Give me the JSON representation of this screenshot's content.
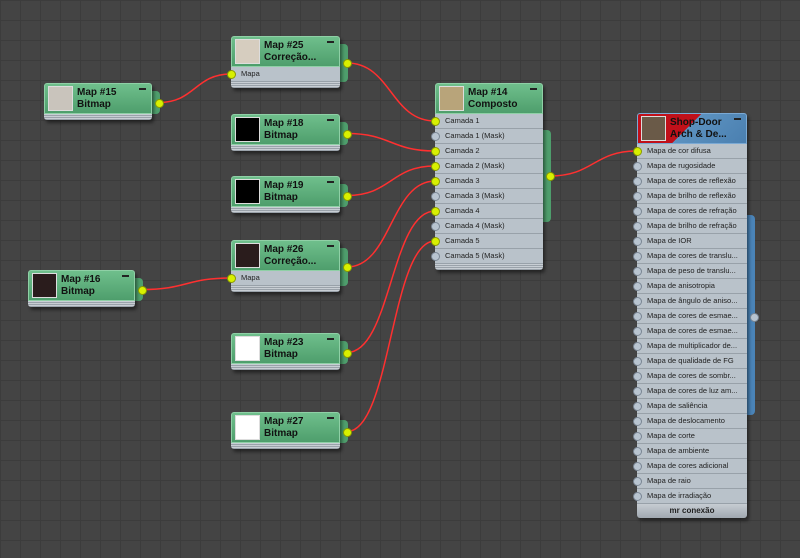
{
  "nodes": [
    {
      "id": "m15",
      "title": "Map #15",
      "subtitle": "Bitmap",
      "inputs": [],
      "thumb": "#c9c4bc"
    },
    {
      "id": "m25",
      "title": "Map #25",
      "subtitle": "Correção...",
      "inputs": [
        {
          "label": "Mapa",
          "connected": true
        }
      ],
      "thumb": "#d6cdbf"
    },
    {
      "id": "m18",
      "title": "Map #18",
      "subtitle": "Bitmap",
      "inputs": [],
      "thumb": "#000000"
    },
    {
      "id": "m19",
      "title": "Map #19",
      "subtitle": "Bitmap",
      "inputs": [],
      "thumb": "#000000"
    },
    {
      "id": "m26",
      "title": "Map #26",
      "subtitle": "Correção...",
      "inputs": [
        {
          "label": "Mapa",
          "connected": true
        }
      ],
      "thumb": "#2a1c1c"
    },
    {
      "id": "m16",
      "title": "Map #16",
      "subtitle": "Bitmap",
      "inputs": [],
      "thumb": "#2a1c1c"
    },
    {
      "id": "m23",
      "title": "Map #23",
      "subtitle": "Bitmap",
      "inputs": [],
      "thumb": "#ffffff"
    },
    {
      "id": "m27",
      "title": "Map #27",
      "subtitle": "Bitmap",
      "inputs": [],
      "thumb": "#ffffff"
    },
    {
      "id": "m14",
      "title": "Map #14",
      "subtitle": "Composto",
      "thumb": "#b8a47a",
      "inputs": [
        {
          "label": "Camada 1",
          "connected": true
        },
        {
          "label": "Camada 1 (Mask)",
          "connected": false
        },
        {
          "label": "Camada 2",
          "connected": true
        },
        {
          "label": "Camada 2 (Mask)",
          "connected": true
        },
        {
          "label": "Camada 3",
          "connected": true
        },
        {
          "label": "Camada 3 (Mask)",
          "connected": false
        },
        {
          "label": "Camada 4",
          "connected": true
        },
        {
          "label": "Camada 4 (Mask)",
          "connected": false
        },
        {
          "label": "Camada 5",
          "connected": true
        },
        {
          "label": "Camada 5 (Mask)",
          "connected": false
        }
      ]
    },
    {
      "id": "mat",
      "title": "Shop-Door",
      "subtitle": "Arch & De...",
      "thumb": "#6a5a48",
      "footer": "mr conexão",
      "inputs": [
        {
          "label": "Mapa de cor difusa",
          "connected": true
        },
        {
          "label": "Mapa de rugosidade",
          "connected": false
        },
        {
          "label": "Mapa de cores de reflexão",
          "connected": false
        },
        {
          "label": "Mapa de brilho de reflexão",
          "connected": false
        },
        {
          "label": "Mapa de cores de refração",
          "connected": false
        },
        {
          "label": "Mapa de brilho de refração",
          "connected": false
        },
        {
          "label": "Mapa de IOR",
          "connected": false
        },
        {
          "label": "Mapa de cores de translu...",
          "connected": false
        },
        {
          "label": "Mapa de peso de translu...",
          "connected": false
        },
        {
          "label": "Mapa de anisotropia",
          "connected": false
        },
        {
          "label": "Mapa de ângulo de aniso...",
          "connected": false
        },
        {
          "label": "Mapa de cores de esmae...",
          "connected": false
        },
        {
          "label": "Mapa de cores de esmae...",
          "connected": false
        },
        {
          "label": "Mapa de multiplicador de...",
          "connected": false
        },
        {
          "label": "Mapa de qualidade de FG",
          "connected": false
        },
        {
          "label": "Mapa de cores de sombr...",
          "connected": false
        },
        {
          "label": "Mapa de cores de luz am...",
          "connected": false
        },
        {
          "label": "Mapa de saliência",
          "connected": false
        },
        {
          "label": "Mapa de deslocamento",
          "connected": false
        },
        {
          "label": "Mapa de corte",
          "connected": false
        },
        {
          "label": "Mapa de ambiente",
          "connected": false
        },
        {
          "label": "Mapa de cores adicional",
          "connected": false
        },
        {
          "label": "Mapa de raio",
          "connected": false
        },
        {
          "label": "Mapa de irradiação",
          "connected": false
        }
      ]
    }
  ],
  "connections": [
    {
      "from": "m15",
      "to": "m25",
      "input": 0
    },
    {
      "from": "m16",
      "to": "m26",
      "input": 0
    },
    {
      "from": "m25",
      "to": "m14",
      "input": 0
    },
    {
      "from": "m18",
      "to": "m14",
      "input": 2
    },
    {
      "from": "m19",
      "to": "m14",
      "input": 3
    },
    {
      "from": "m26",
      "to": "m14",
      "input": 4
    },
    {
      "from": "m23",
      "to": "m14",
      "input": 6
    },
    {
      "from": "m27",
      "to": "m14",
      "input": 8
    },
    {
      "from": "m14",
      "to": "mat",
      "input": 0
    }
  ],
  "colors": {
    "wire": "#ff3030",
    "node_header": "#5aaa78",
    "material_header": "#5c92c0",
    "connected_socket": "#d8f000"
  }
}
